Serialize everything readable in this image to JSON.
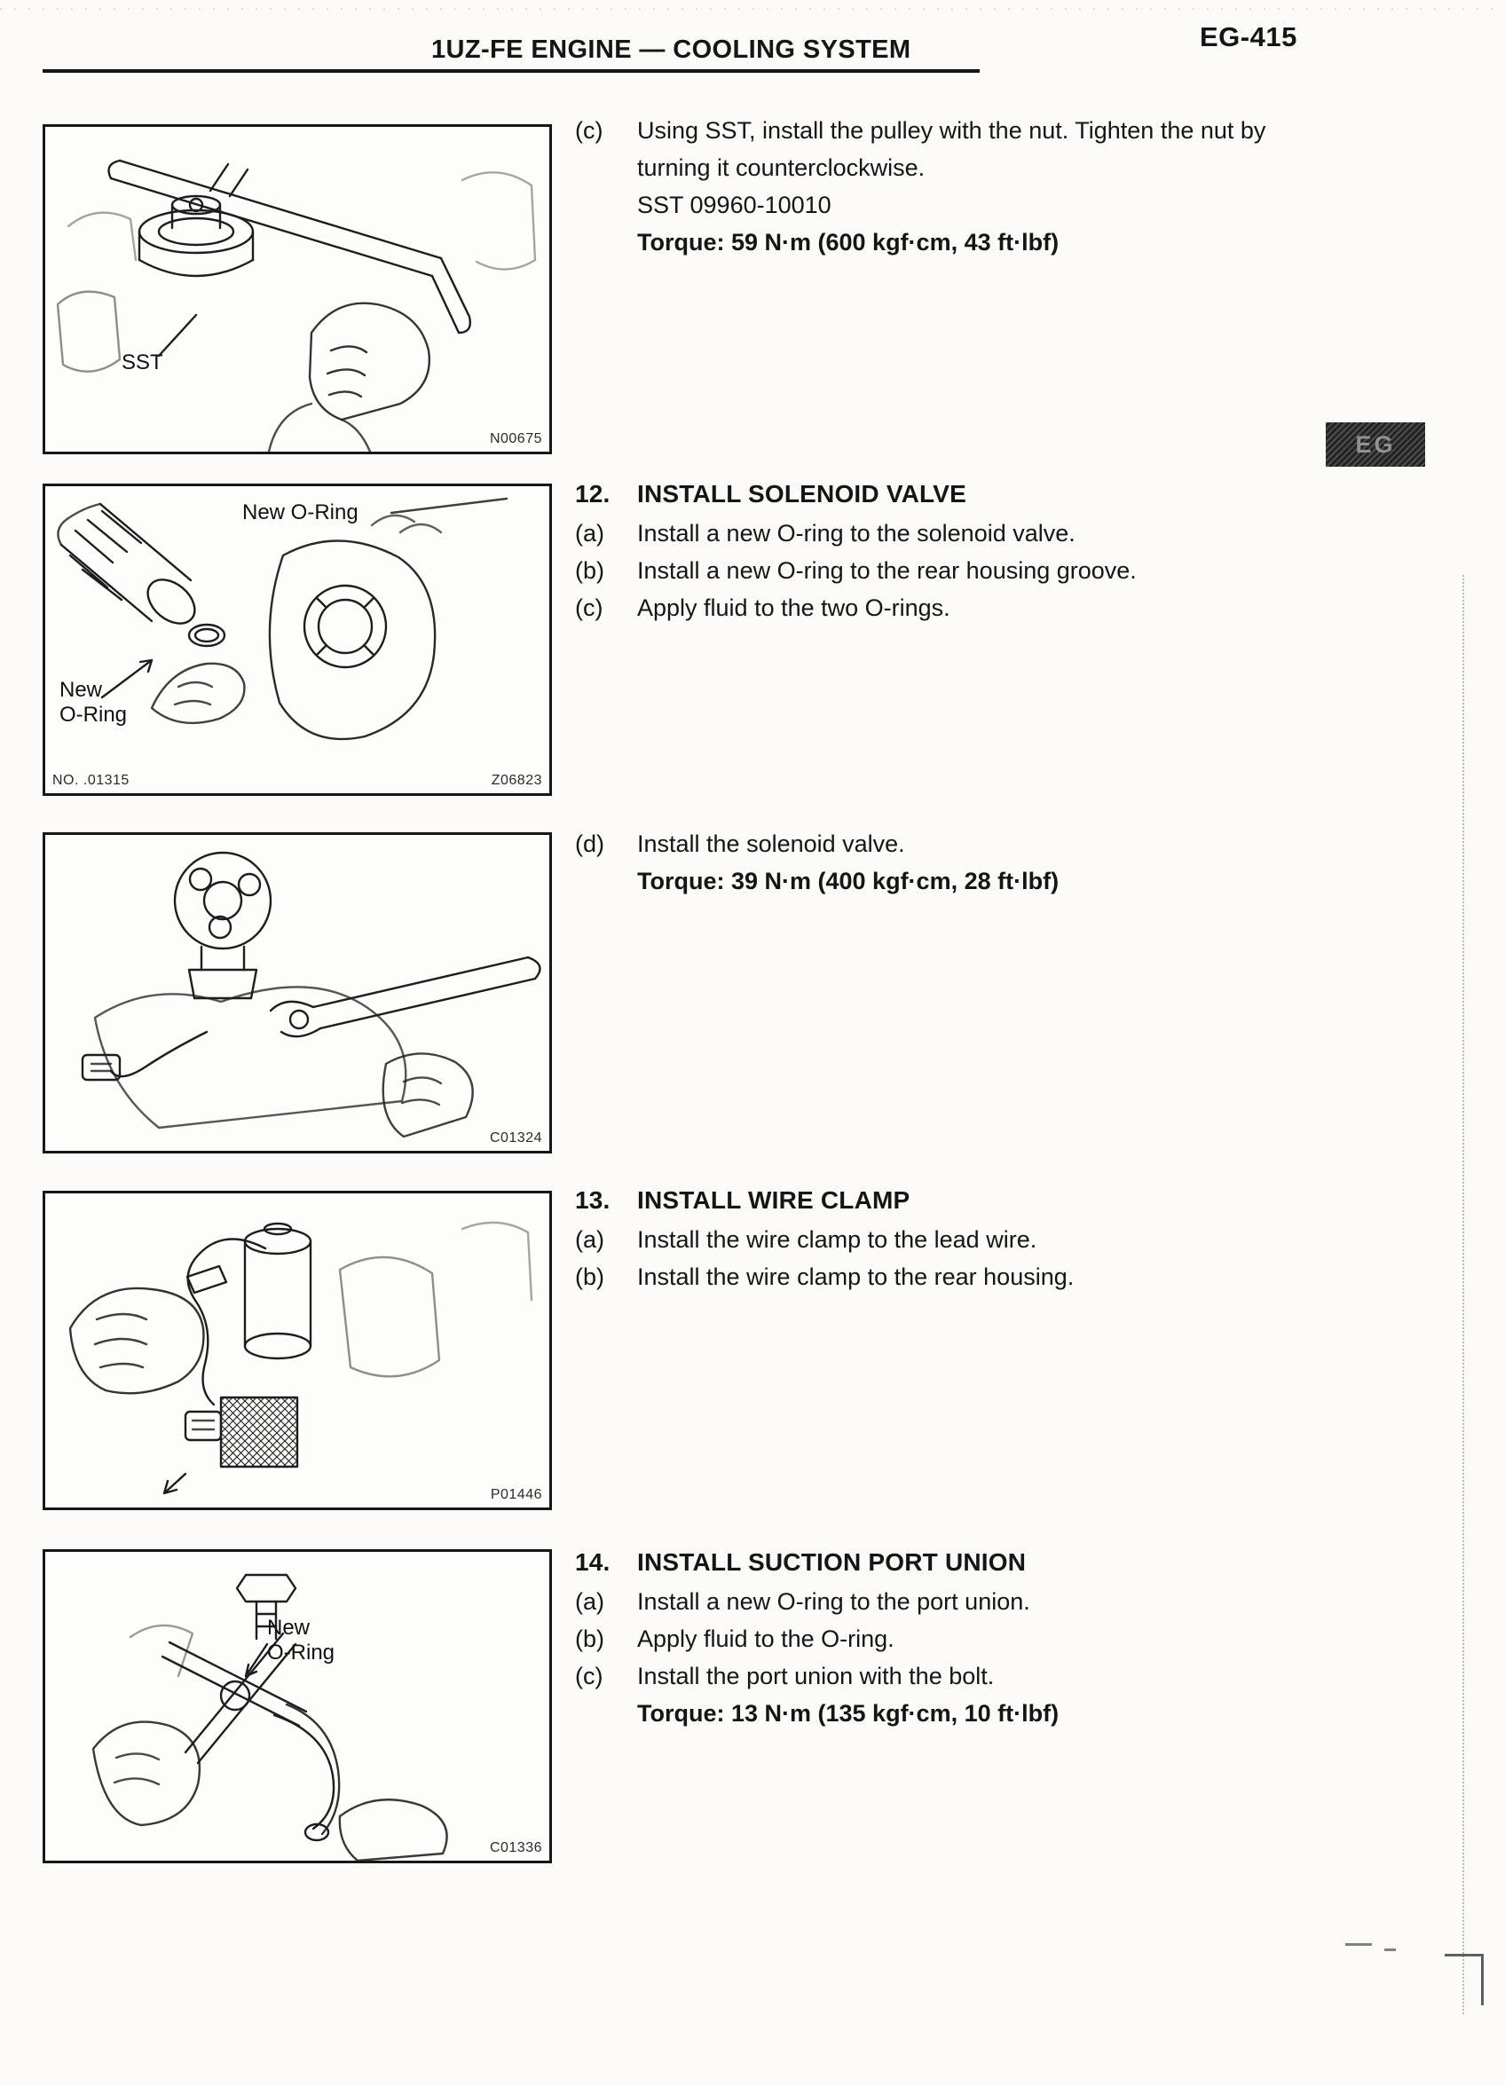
{
  "header": {
    "title": "1UZ-FE ENGINE — COOLING SYSTEM",
    "page_number": "EG-415"
  },
  "side_tab": "EG",
  "figures": {
    "fig1": {
      "label": "SST",
      "code": "N00675"
    },
    "fig2": {
      "label_top": "New O-Ring",
      "label_bottom": "New\nO-Ring",
      "code_left": "NO.   .01315",
      "code_right": "Z06823"
    },
    "fig3": {
      "code": "C01324"
    },
    "fig4": {
      "code": "P01446"
    },
    "fig5": {
      "label": "New\nO-Ring",
      "code": "C01336"
    }
  },
  "content": {
    "step_c": {
      "letter": "(c)",
      "text": "Using SST, install the pulley with the nut. Tighten the nut by turning it counterclockwise.",
      "sst_line": "SST 09960-10010",
      "torque": "Torque: 59 N·m (600 kgf·cm, 43 ft·lbf)"
    },
    "section_12": {
      "number": "12.",
      "title": "INSTALL SOLENOID VALVE",
      "steps": [
        {
          "letter": "(a)",
          "text": "Install a new O-ring to the solenoid valve."
        },
        {
          "letter": "(b)",
          "text": "Install a new O-ring to the rear housing groove."
        },
        {
          "letter": "(c)",
          "text": "Apply fluid to the two O-rings."
        }
      ]
    },
    "step_d": {
      "letter": "(d)",
      "text": "Install the solenoid valve.",
      "torque": "Torque: 39 N·m (400 kgf·cm, 28 ft·lbf)"
    },
    "section_13": {
      "number": "13.",
      "title": "INSTALL WIRE CLAMP",
      "steps": [
        {
          "letter": "(a)",
          "text": "Install the wire clamp to the lead wire."
        },
        {
          "letter": "(b)",
          "text": "Install the wire clamp to the rear housing."
        }
      ]
    },
    "section_14": {
      "number": "14.",
      "title": "INSTALL SUCTION PORT UNION",
      "steps": [
        {
          "letter": "(a)",
          "text": "Install a new O-ring to the port union."
        },
        {
          "letter": "(b)",
          "text": "Apply fluid to the O-ring."
        },
        {
          "letter": "(c)",
          "text": "Install the port union with the bolt."
        }
      ],
      "torque": "Torque: 13 N·m (135 kgf·cm, 10 ft·lbf)"
    }
  }
}
